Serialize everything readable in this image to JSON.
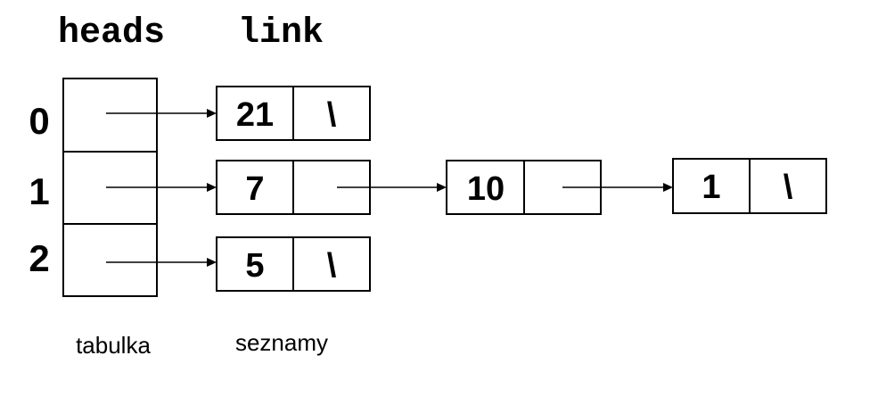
{
  "headers": {
    "heads": "heads",
    "link": "link"
  },
  "table": {
    "indices": [
      "0",
      "1",
      "2"
    ],
    "caption": "tabulka"
  },
  "lists": {
    "caption": "seznamy",
    "list0": {
      "node0": {
        "value": "21",
        "link": "\\"
      }
    },
    "list1": {
      "node0": {
        "value": "7",
        "link": ""
      },
      "node1": {
        "value": "10",
        "link": ""
      },
      "node2": {
        "value": "1",
        "link": "\\"
      }
    },
    "list2": {
      "node0": {
        "value": "5",
        "link": "\\"
      }
    }
  }
}
